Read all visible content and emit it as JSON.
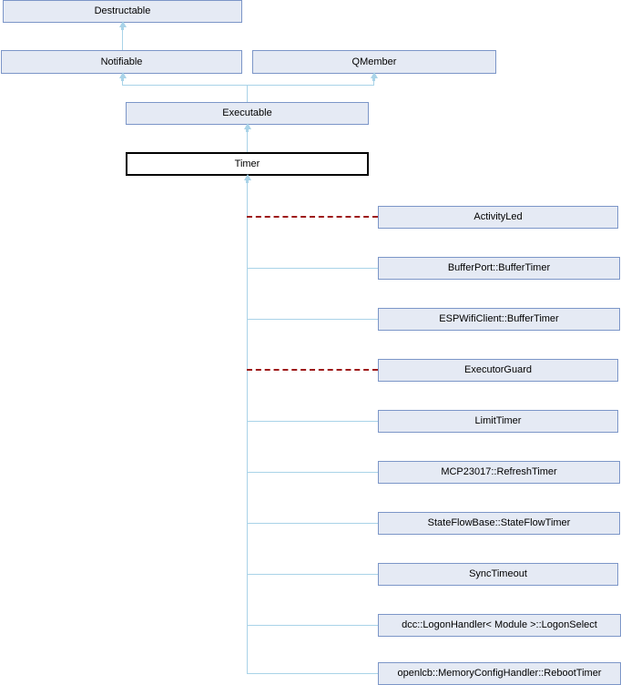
{
  "diagram": {
    "kind": "class-inheritance-diagram",
    "title": "Timer",
    "colors": {
      "node_fill": "#e5eaf4",
      "node_border": "#7c96c8",
      "current_node_fill": "#ffffff",
      "current_node_border": "#000000",
      "inheritance_edge": "#a9d3e8",
      "usage_edge_dashed": "#9e1a1a",
      "background": "#ffffff",
      "text": "#000000"
    },
    "ancestors": [
      {
        "id": "destructable",
        "label": "Destructable"
      },
      {
        "id": "notifiable",
        "label": "Notifiable"
      },
      {
        "id": "qmember",
        "label": "QMember"
      },
      {
        "id": "executable",
        "label": "Executable"
      }
    ],
    "current": {
      "id": "timer",
      "label": "Timer"
    },
    "descendants": [
      {
        "id": "activityled",
        "label": "ActivityLed",
        "edge": "dashed"
      },
      {
        "id": "bufferport-buffertimer",
        "label": "BufferPort::BufferTimer",
        "edge": "solid"
      },
      {
        "id": "espwificlient-buffertimer",
        "label": "ESPWifiClient::BufferTimer",
        "edge": "solid"
      },
      {
        "id": "executorguard",
        "label": "ExecutorGuard",
        "edge": "dashed"
      },
      {
        "id": "limittimer",
        "label": "LimitTimer",
        "edge": "solid"
      },
      {
        "id": "mcp23017-refreshtimer",
        "label": "MCP23017::RefreshTimer",
        "edge": "solid"
      },
      {
        "id": "stateflowbase-stateflowtimer",
        "label": "StateFlowBase::StateFlowTimer",
        "edge": "solid"
      },
      {
        "id": "synctimeout",
        "label": "SyncTimeout",
        "edge": "solid"
      },
      {
        "id": "dcc-logonhandler-logonselect",
        "label": "dcc::LogonHandler< Module >::LogonSelect",
        "edge": "solid"
      },
      {
        "id": "openlcb-memoryconfighandler-reboottimer",
        "label": "openlcb::MemoryConfigHandler::RebootTimer",
        "edge": "solid"
      }
    ]
  }
}
